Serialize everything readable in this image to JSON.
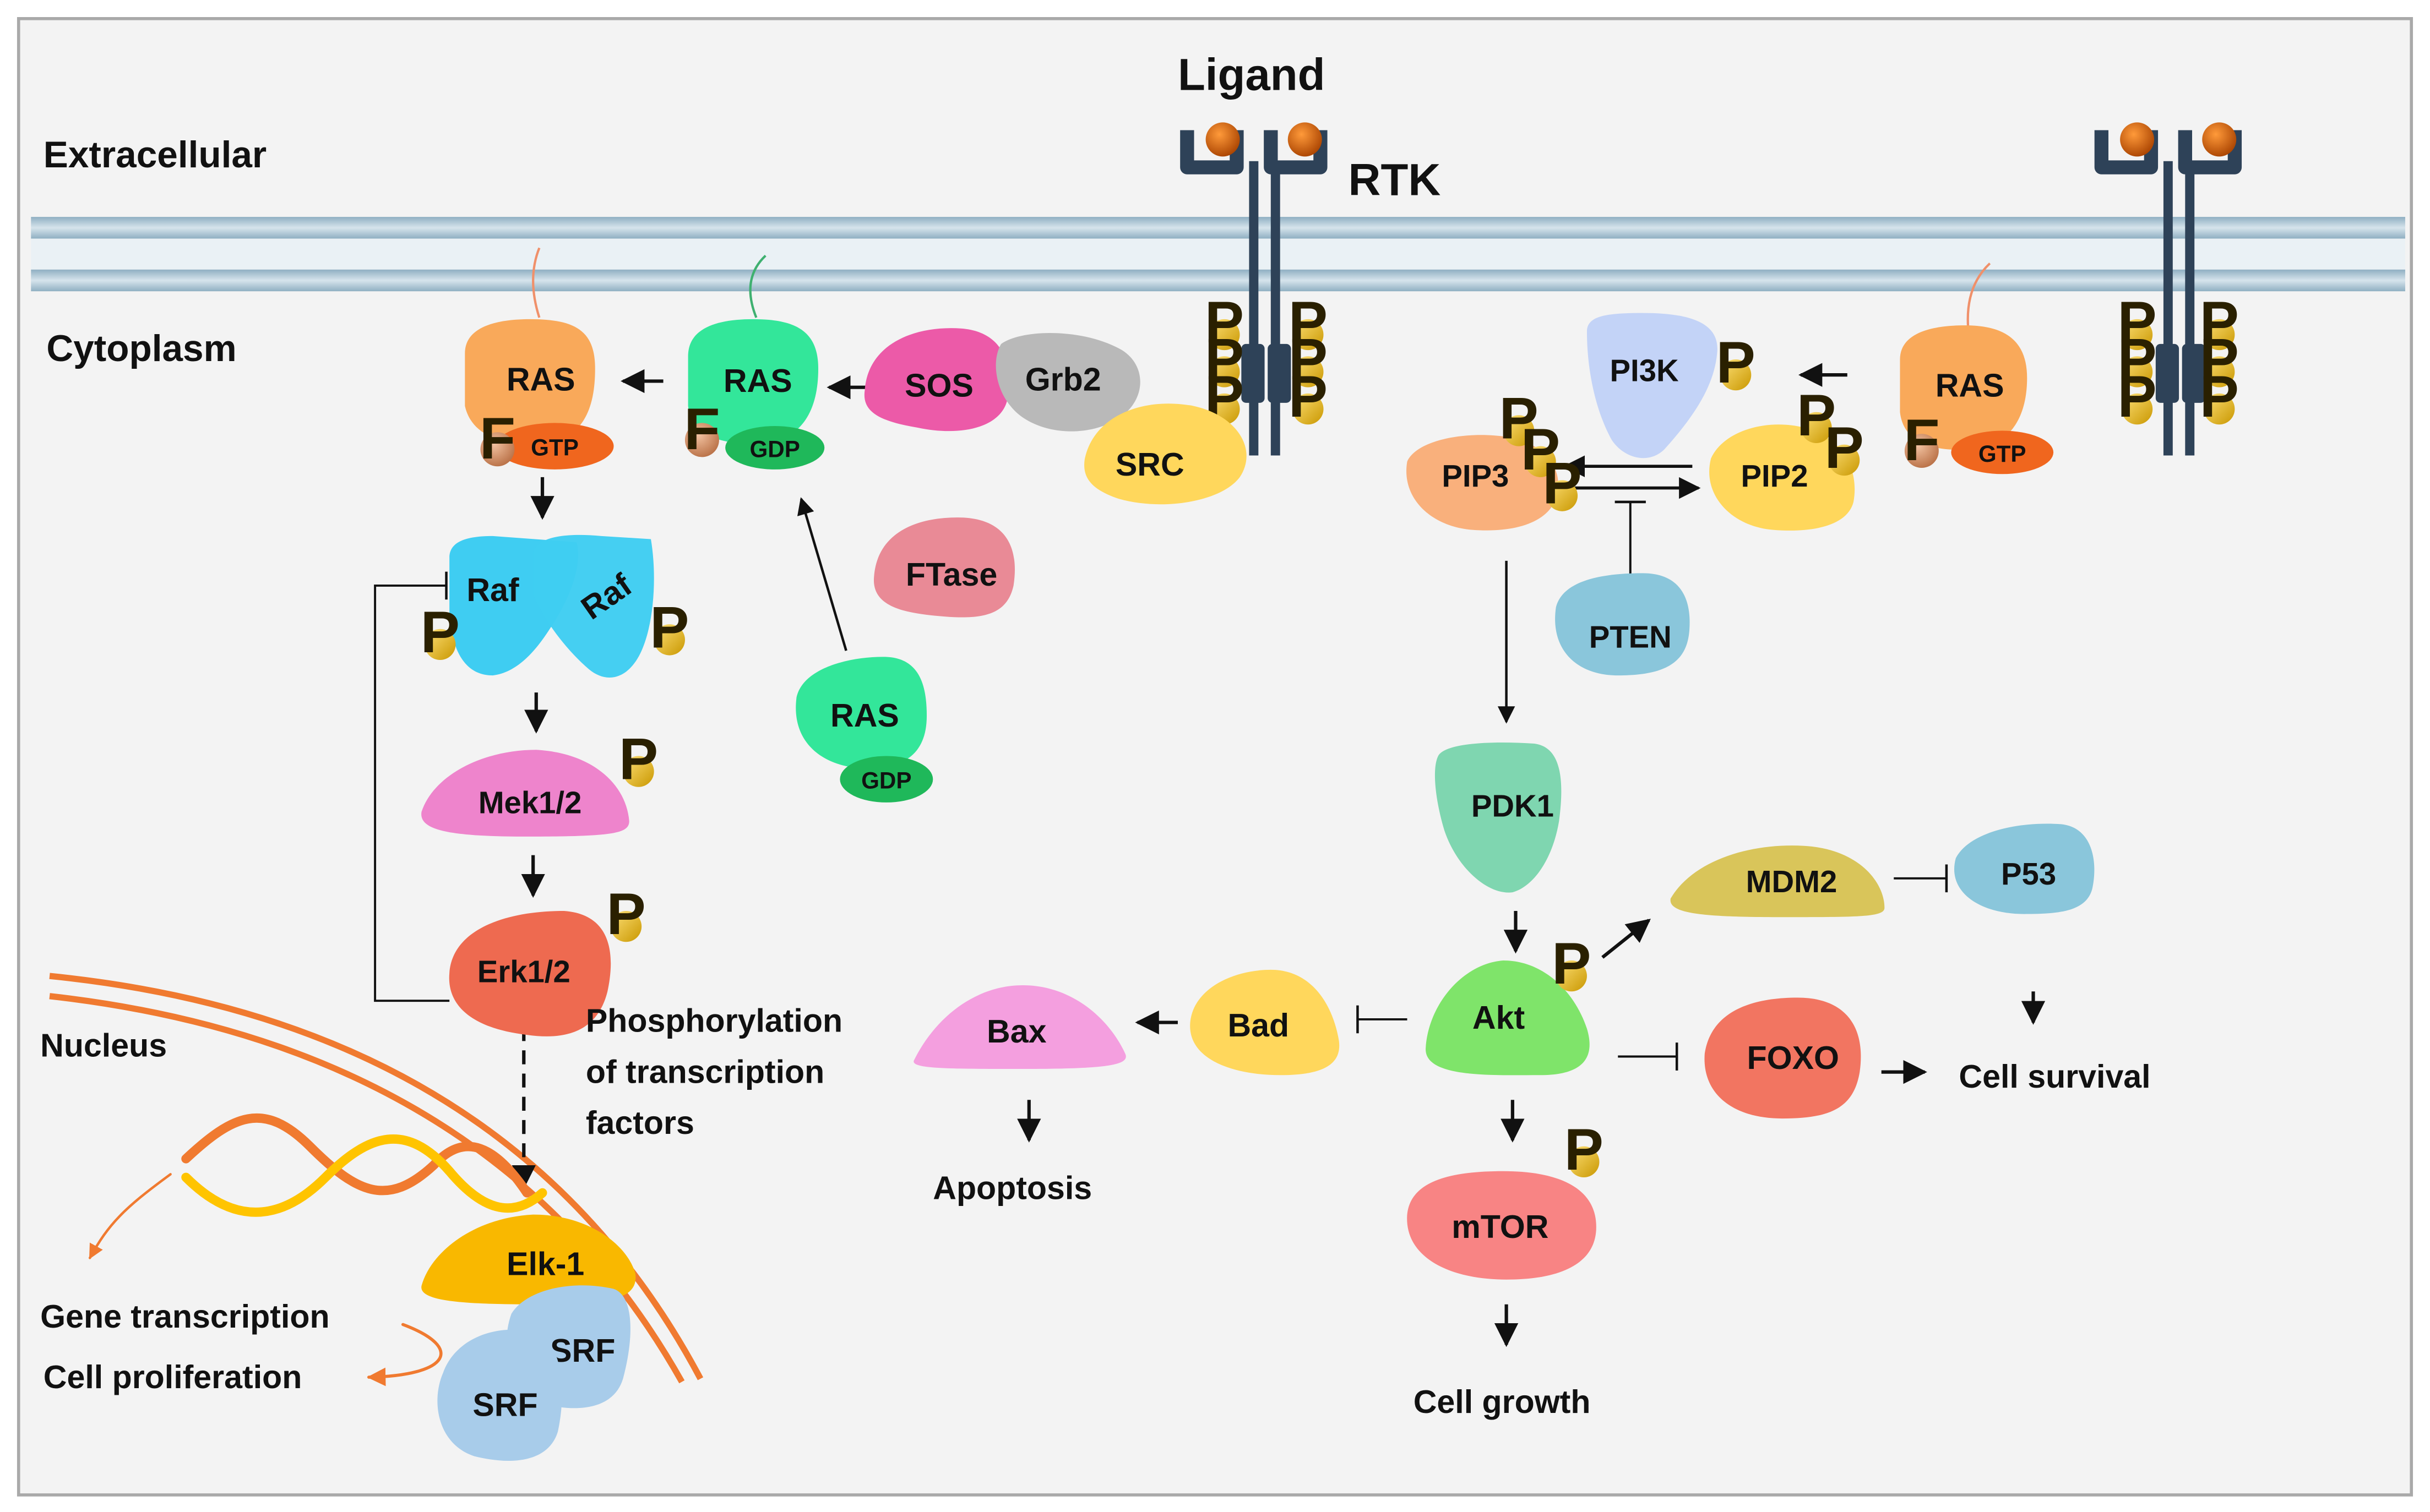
{
  "regions": {
    "extracellular": "Extracellular",
    "cytoplasm": "Cytoplasm",
    "nucleus": "Nucleus"
  },
  "receptor": {
    "ligand": "Ligand",
    "rtk": "RTK"
  },
  "phospho": "P",
  "farnesyl": "F",
  "proteins": {
    "ras_gtp": "RAS",
    "gtp": "GTP",
    "ras_gdp": "RAS",
    "gdp": "GDP",
    "sos": "SOS",
    "grb2": "Grb2",
    "src": "SRC",
    "ftase": "FTase",
    "ras_free": "RAS",
    "gdp_free": "GDP",
    "raf_left": "Raf",
    "raf_right": "Raf",
    "mek": "Mek1/2",
    "erk": "Erk1/2",
    "elk": "Elk-1",
    "srf_1": "SRF",
    "srf_2": "SRF",
    "pi3k": "PI3K",
    "pip3": "PIP3",
    "pip2": "PIP2",
    "ras_right": "RAS",
    "gtp_right": "GTP",
    "pten": "PTEN",
    "pdk1": "PDK1",
    "mdm2": "MDM2",
    "p53": "P53",
    "akt": "Akt",
    "bad": "Bad",
    "bax": "Bax",
    "foxo": "FOXO",
    "mtor": "mTOR"
  },
  "outcomes": {
    "phosphorylation": "Phosphorylation",
    "of_transcription": "of transcription",
    "factors": "factors",
    "gene_transcription": "Gene transcription",
    "cell_proliferation": "Cell proliferation",
    "apoptosis": "Apoptosis",
    "cell_survival": "Cell survival",
    "cell_growth": "Cell growth"
  },
  "colors": {
    "ras_orange": "#F9A95A",
    "ras_green": "#33E69A",
    "gtp": "#F0661E",
    "gdp": "#1FB85A",
    "sos": "#EC5AA8",
    "grb2": "#B9B9B9",
    "src": "#FFD75C",
    "ftase": "#E98A96",
    "raf": "#3FCDF2",
    "mek": "#EE84CC",
    "erk": "#EE6A50",
    "elk": "#F9B800",
    "srf": "#A8CCEA",
    "pi3k": "#C3D3F7",
    "pip": "#F9B07C",
    "pip2": "#FFD75C",
    "pten": "#8AC6DB",
    "pdk1": "#7FD6B0",
    "mdm2": "#D9C55A",
    "p53": "#8AC6DB",
    "akt": "#7FE46A",
    "bad": "#FFD75C",
    "bax": "#F49FDF",
    "foxo": "#F27561",
    "mtor": "#F88484",
    "phospho": "#E8B500",
    "membrane": "#B7CDD9",
    "receptor": "#2E4258",
    "ligand": "#E06A0A"
  }
}
